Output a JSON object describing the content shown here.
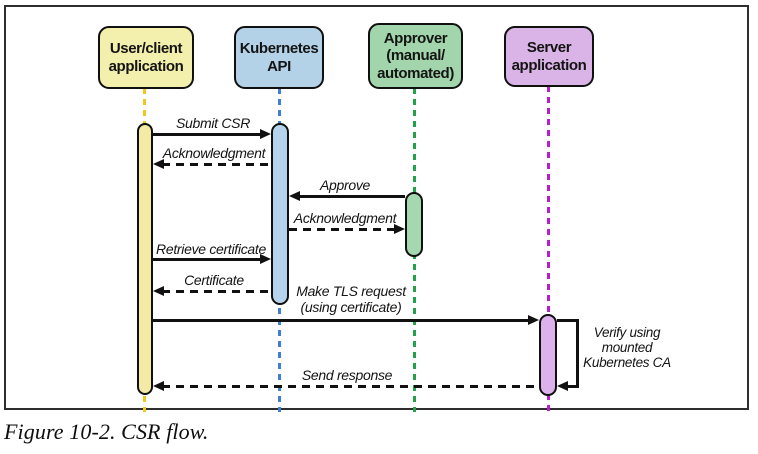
{
  "figure": {
    "caption": "Figure 10-2. CSR flow."
  },
  "actors": [
    {
      "id": "user-client",
      "label": "User/client\napplication",
      "fill": "#f3efac",
      "lifeline_color": "#eec91c"
    },
    {
      "id": "kubernetes-api",
      "label": "Kubernetes\nAPI",
      "fill": "#b3d2e8",
      "lifeline_color": "#3f7ed2"
    },
    {
      "id": "approver",
      "label": "Approver\n(manual/\nautomated)",
      "fill": "#a2d5ab",
      "lifeline_color": "#23a24b"
    },
    {
      "id": "server",
      "label": "Server\napplication",
      "fill": "#dab4e6",
      "lifeline_color": "#b81ecb"
    }
  ],
  "messages": [
    {
      "label": "Submit CSR",
      "from": "user-client",
      "to": "kubernetes-api",
      "style": "solid"
    },
    {
      "label": "Acknowledgment",
      "from": "kubernetes-api",
      "to": "user-client",
      "style": "dashed"
    },
    {
      "label": "Approve",
      "from": "approver",
      "to": "kubernetes-api",
      "style": "solid"
    },
    {
      "label": "Acknowledgment",
      "from": "kubernetes-api",
      "to": "approver",
      "style": "dashed"
    },
    {
      "label": "Retrieve certificate",
      "from": "user-client",
      "to": "kubernetes-api",
      "style": "solid"
    },
    {
      "label": "Certificate",
      "from": "kubernetes-api",
      "to": "user-client",
      "style": "dashed"
    },
    {
      "label": "Make TLS request\n(using certificate)",
      "from": "user-client",
      "to": "server",
      "style": "solid"
    },
    {
      "label": "Send response",
      "from": "server",
      "to": "user-client",
      "style": "dashed"
    }
  ],
  "self_message": {
    "actor": "server",
    "label": "Verify using\nmounted\nKubernetes CA"
  }
}
